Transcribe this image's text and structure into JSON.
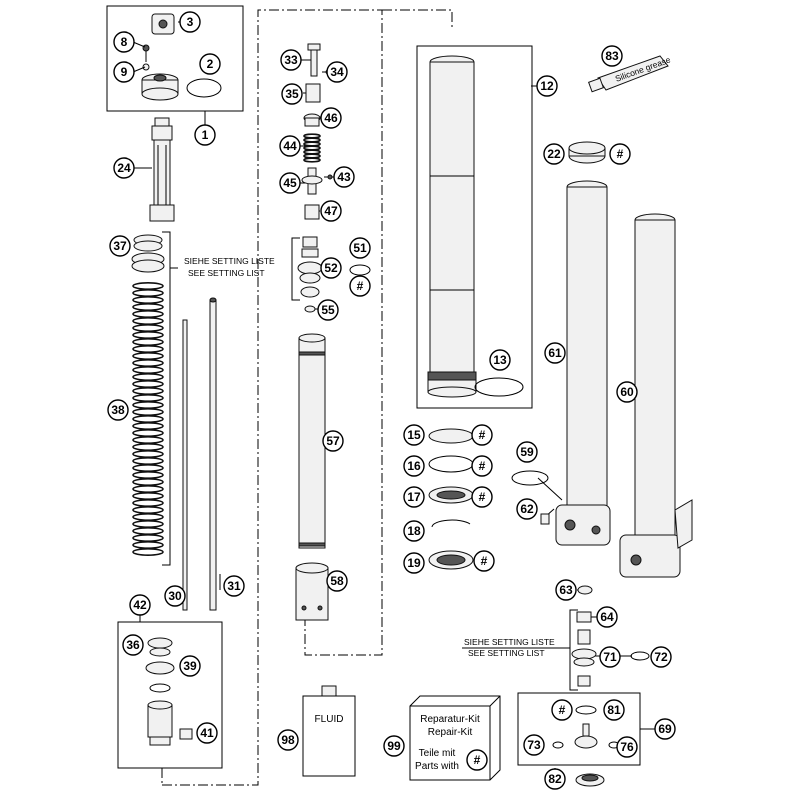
{
  "callouts": {
    "c1": "1",
    "c2": "2",
    "c3": "3",
    "c8": "8",
    "c9": "9",
    "c12": "12",
    "c13": "13",
    "c15": "15",
    "c16": "16",
    "c17": "17",
    "c18": "18",
    "c19": "19",
    "c22": "22",
    "c24": "24",
    "c30": "30",
    "c31": "31",
    "c33": "33",
    "c34": "34",
    "c35": "35",
    "c36": "36",
    "c37": "37",
    "c38": "38",
    "c39": "39",
    "c41": "41",
    "c42": "42",
    "c43": "43",
    "c44": "44",
    "c45": "45",
    "c46": "46",
    "c47": "47",
    "c51": "51",
    "c52": "52",
    "c55": "55",
    "c57": "57",
    "c58": "58",
    "c59": "59",
    "c60": "60",
    "c61": "61",
    "c62": "62",
    "c63": "63",
    "c64": "64",
    "c69": "69",
    "c71": "71",
    "c72": "72",
    "c73": "73",
    "c76": "76",
    "c81": "81",
    "c82": "82",
    "c83": "83",
    "c98": "98",
    "c99": "99"
  },
  "hash_symbol": "#",
  "notes": {
    "setting_de": "SIEHE SETTING LISTE",
    "setting_en": "SEE SETTING LIST"
  },
  "fluid_label": "FLUID",
  "repair_kit": {
    "line1": "Reparatur-Kit",
    "line2": "Repair-Kit",
    "line3": "Teile mit",
    "line4": "Parts with"
  },
  "tube_label": "Silicone grease"
}
